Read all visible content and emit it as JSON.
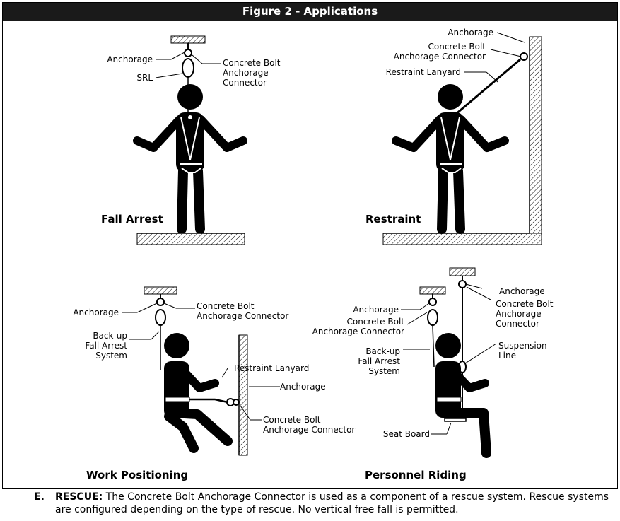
{
  "figure": {
    "title": "Figure 2 - Applications"
  },
  "panels": {
    "fall_arrest": {
      "caption": "Fall Arrest",
      "labels": {
        "anchorage": "Anchorage",
        "srl": "SRL",
        "connector_1": "Concrete Bolt",
        "connector_2": "Anchorage",
        "connector_3": "Connector"
      }
    },
    "restraint": {
      "caption": "Restraint",
      "labels": {
        "anchorage": "Anchorage",
        "connector_1": "Concrete Bolt",
        "connector_2": "Anchorage Connector",
        "lanyard": "Restraint Lanyard"
      }
    },
    "work_positioning": {
      "caption": "Work Positioning",
      "labels": {
        "anchorage_top": "Anchorage",
        "connector_top_1": "Concrete Bolt",
        "connector_top_2": "Anchorage Connector",
        "backup_1": "Back-up",
        "backup_2": "Fall Arrest",
        "backup_3": "System",
        "lanyard": "Restraint Lanyard",
        "anchorage_wall": "Anchorage",
        "connector_wall_1": "Concrete Bolt",
        "connector_wall_2": "Anchorage Connector"
      }
    },
    "personnel_riding": {
      "caption": "Personnel Riding",
      "labels": {
        "anchorage_left": "Anchorage",
        "connector_left_1": "Concrete Bolt",
        "connector_left_2": "Anchorage Connector",
        "backup_1": "Back-up",
        "backup_2": "Fall Arrest",
        "backup_3": "System",
        "anchorage_right": "Anchorage",
        "connector_right_1": "Concrete Bolt",
        "connector_right_2": "Anchorage",
        "connector_right_3": "Connector",
        "suspension_1": "Suspension",
        "suspension_2": "Line",
        "seat": "Seat Board"
      }
    }
  },
  "section_e": {
    "letter": "E.",
    "keyword": "RESCUE:",
    "text": " The Concrete Bolt Anchorage Connector is used as a component of a rescue system. Rescue systems are configured depending on the type of rescue. No vertical free fall is permitted."
  }
}
